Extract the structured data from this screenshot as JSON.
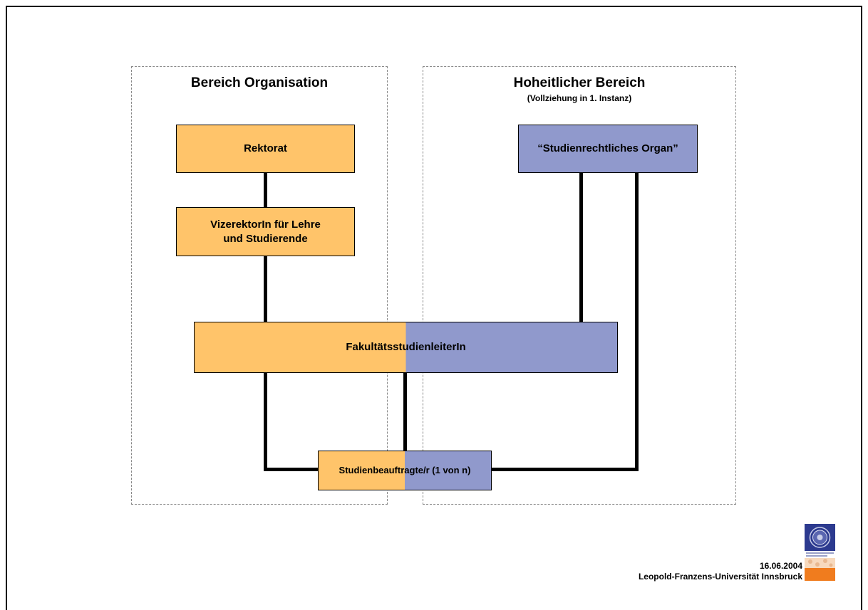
{
  "regions": {
    "organisation": {
      "title": "Bereich Organisation"
    },
    "hoheitlich": {
      "title": "Hoheitlicher Bereich",
      "subtitle": "(Vollziehung in 1. Instanz)"
    }
  },
  "boxes": {
    "rektorat": "Rektorat",
    "vizerektor_line1": "VizerektorIn für Lehre",
    "vizerektor_line2": "und Studierende",
    "studienrechtliches_organ": "“Studienrechtliches Organ”",
    "fakultaetsstudienleiter": "FakultätsstudienleiterIn",
    "studienbeauftragte": "Studienbeauftragte/r (1 von n)"
  },
  "footer": {
    "date": "16.06.2004",
    "organization": "Leopold-Franzens-Universität Innsbruck"
  },
  "colors": {
    "organisation": "#ffc46a",
    "hoheitlich": "#9099cc",
    "logo_blue": "#2c3a8f",
    "logo_orange": "#f07c1e"
  }
}
